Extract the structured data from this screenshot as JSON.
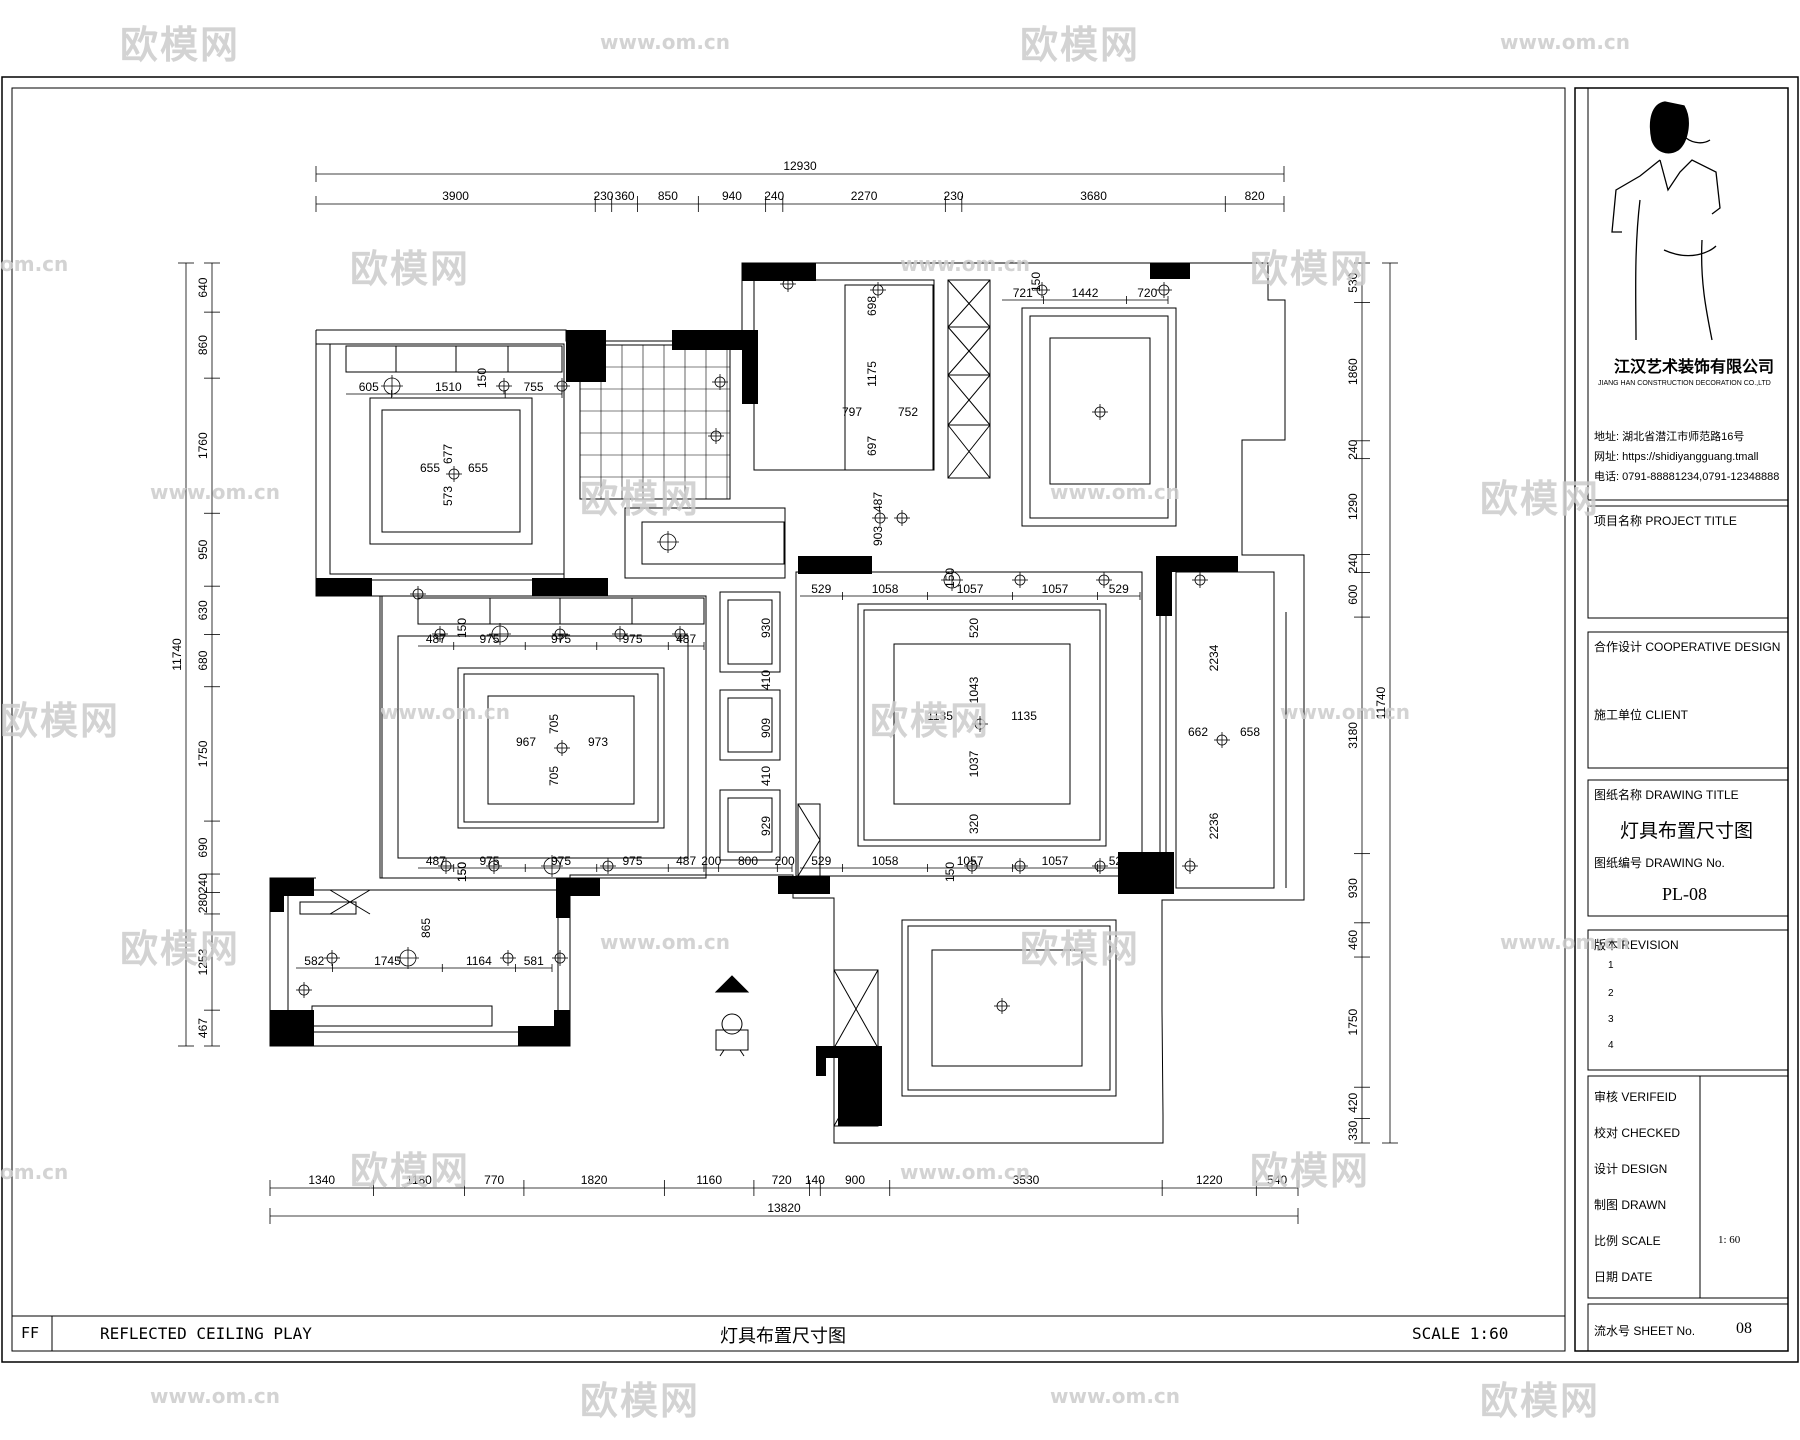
{
  "watermark": {
    "brand": "欧模网",
    "url": "www.om.cn",
    "url_short": "om.cn"
  },
  "dims": {
    "top_total": "12930",
    "top": [
      "3900",
      "230",
      "360",
      "850",
      "940",
      "240",
      "2270",
      "230",
      "3680",
      "820"
    ],
    "bottom_total": "13820",
    "bottom": [
      "1340",
      "1180",
      "770",
      "1820",
      "1160",
      "720",
      "140",
      "900",
      "3530",
      "1220",
      "540"
    ],
    "left_total": "11740",
    "left": [
      "640",
      "860",
      "1760",
      "950",
      "630",
      "680",
      "1750",
      "690",
      "240",
      "280",
      "1253",
      "467"
    ],
    "right_total": "11740",
    "right": [
      "530",
      "1860",
      "240",
      "1290",
      "240",
      "600",
      "3180",
      "930",
      "460",
      "1750",
      "420",
      "330"
    ]
  },
  "rooms": {
    "bed2": {
      "w": [
        "605",
        "1510",
        "755"
      ],
      "cx": [
        "655",
        "655"
      ],
      "cy": [
        "677",
        "573"
      ],
      "v": "150"
    },
    "study": {
      "v1": "698",
      "v2": "1175",
      "v3": "697",
      "h1": "797",
      "h2": "752",
      "v4": "487",
      "v5": "903"
    },
    "master": {
      "w": [
        "721",
        "1442",
        "720"
      ],
      "v": "150"
    },
    "living": {
      "w": [
        "487",
        "975",
        "975",
        "975",
        "487"
      ],
      "cx": [
        "967",
        "973"
      ],
      "cy": [
        "705",
        "705"
      ],
      "wb": [
        "487",
        "975",
        "975",
        "975",
        "487",
        "200",
        "800",
        "200"
      ],
      "v": "150"
    },
    "nooks": [
      "930",
      "410",
      "909",
      "410",
      "929"
    ],
    "dining": {
      "w": [
        "529",
        "1058",
        "1057",
        "1057",
        "529"
      ],
      "cx": [
        "1135",
        "1135"
      ],
      "cy": [
        "520",
        "1043",
        "1037",
        "320"
      ],
      "wb": [
        "529",
        "1058",
        "1057",
        "1057",
        "529"
      ],
      "v": "150"
    },
    "corridor": {
      "v1": "2234",
      "h": [
        "662",
        "658"
      ],
      "v2": "2236"
    },
    "balcony": {
      "w": [
        "582",
        "1745",
        "1164",
        "581"
      ],
      "v": "865",
      "v2": "150"
    }
  },
  "bottom_bar": {
    "code": "FF",
    "title_en": "REFLECTED CEILING PLAY",
    "title_cn": "灯具布置尺寸图",
    "scale": "SCALE 1:60"
  },
  "title_block": {
    "company_cn": "江汉艺术装饰有限公司",
    "company_en": "JIANG HAN CONSTRUCTION DECORATION CO.,LTD",
    "address": "地址: 湖北省潜江市师范路16号",
    "website": "网址: https://shidiyangguang.tmall",
    "phone": "电话: 0791-88881234,0791-12348888",
    "project_title": "项目名称 PROJECT TITLE",
    "coop_design": "合作设计 COOPERATIVE DESIGN",
    "client": "施工单位 CLIENT",
    "drawing_title_label": "图纸名称 DRAWING TITLE",
    "drawing_title": "灯具布置尺寸图",
    "drawing_no_label": "图纸编号 DRAWING No.",
    "drawing_no": "PL-08",
    "revision_label": "版本 REVISION",
    "revisions": [
      "1",
      "2",
      "3",
      "4"
    ],
    "verified": "审核 VERIFEID",
    "checked": "校对 CHECKED",
    "design": "设计 DESIGN",
    "drawn": "制图 DRAWN",
    "scale_label": "比例 SCALE",
    "scale_value": "1: 60",
    "date_label": "日期 DATE",
    "sheet_label": "流水号 SHEET No.",
    "sheet_value": "08"
  }
}
